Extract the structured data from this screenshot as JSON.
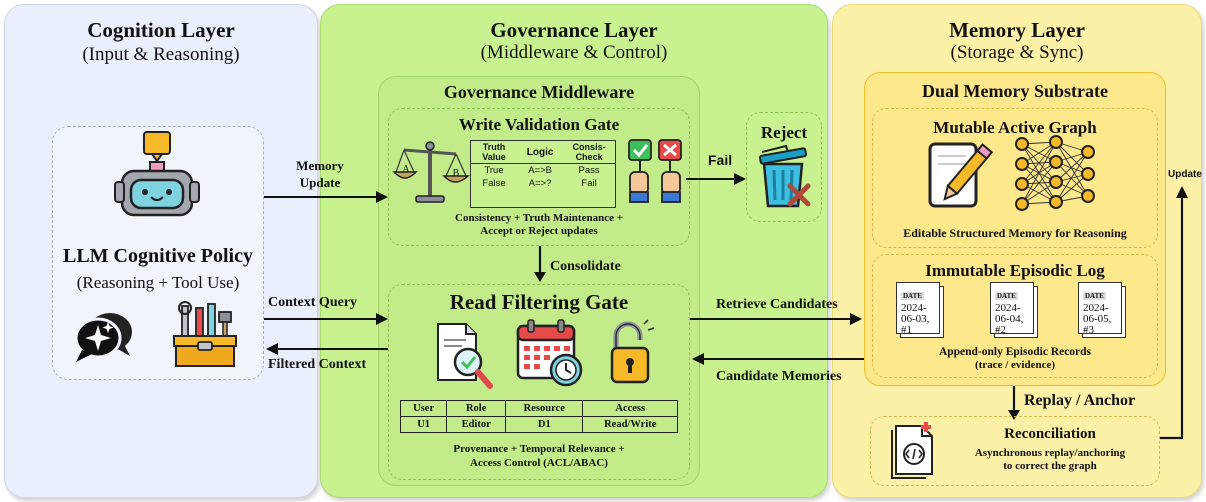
{
  "cognition": {
    "title": "Cognition Layer",
    "subtitle": "(Input & Reasoning)",
    "policy_title": "LLM Cognitive Policy",
    "policy_sub": "(Reasoning + Tool Use)"
  },
  "governance": {
    "title": "Governance Layer",
    "subtitle": "(Middleware & Control)",
    "middleware_title": "Governance Middleware",
    "write_gate": {
      "title": "Write Validation Gate",
      "headers": [
        "Truth Value",
        "Logic",
        "Consis-Check"
      ],
      "rows": [
        [
          "True",
          "A=>B",
          "Pass"
        ],
        [
          "False",
          "A=>?",
          "Fail"
        ]
      ],
      "caption_line1": "Consistency  +  Truth Maintenance +",
      "caption_line2": "Accept or Reject updates"
    },
    "scale_labels": [
      "A",
      "B"
    ],
    "consolidate": "Consolidate",
    "read_gate": {
      "title": "Read Filtering Gate",
      "headers": [
        "User",
        "Role",
        "Resource",
        "Access"
      ],
      "row": [
        "U1",
        "Editor",
        "D1",
        "Read/Write"
      ],
      "caption_line1": "Provenance + Temporal Relevance +",
      "caption_line2": "Access Control (ACL/ABAC)"
    },
    "reject": "Reject",
    "fail": "Fail"
  },
  "memory": {
    "title": "Memory Layer",
    "subtitle": "(Storage & Sync)",
    "substrate_title": "Dual Memory Substrate",
    "graph_title": "Mutable Active Graph",
    "graph_caption": "Editable Structured Memory for Reasoning",
    "log_title": "Immutable Episodic Log",
    "docs": [
      {
        "label": "DATE",
        "lines": [
          "2024-",
          "06-03,",
          "#1"
        ]
      },
      {
        "label": "DATE",
        "lines": [
          "2024-",
          "06-04,",
          "#2"
        ]
      },
      {
        "label": "DATE",
        "lines": [
          "2024-",
          "06-05,",
          "#3"
        ]
      }
    ],
    "log_caption_line1": "Append-only Episodic Records",
    "log_caption_line2": "(trace / evidence)",
    "replay": "Replay / Anchor",
    "update": "Update",
    "reconciliation_title": "Reconciliation",
    "reconciliation_line1": "Asynchronous replay/anchoring",
    "reconciliation_line2": "to correct the graph"
  },
  "arrows": {
    "memory_update_line1": "Memory",
    "memory_update_line2": "Update",
    "context_query": "Context Query",
    "filtered_context": "Filtered Context",
    "retrieve_candidates": "Retrieve Candidates",
    "candidate_memories": "Candidate Memories"
  },
  "colors": {
    "cognition_bg": "#eaf0fb",
    "governance_bg": "#c8f190",
    "memory_bg": "#fcf1a6"
  }
}
